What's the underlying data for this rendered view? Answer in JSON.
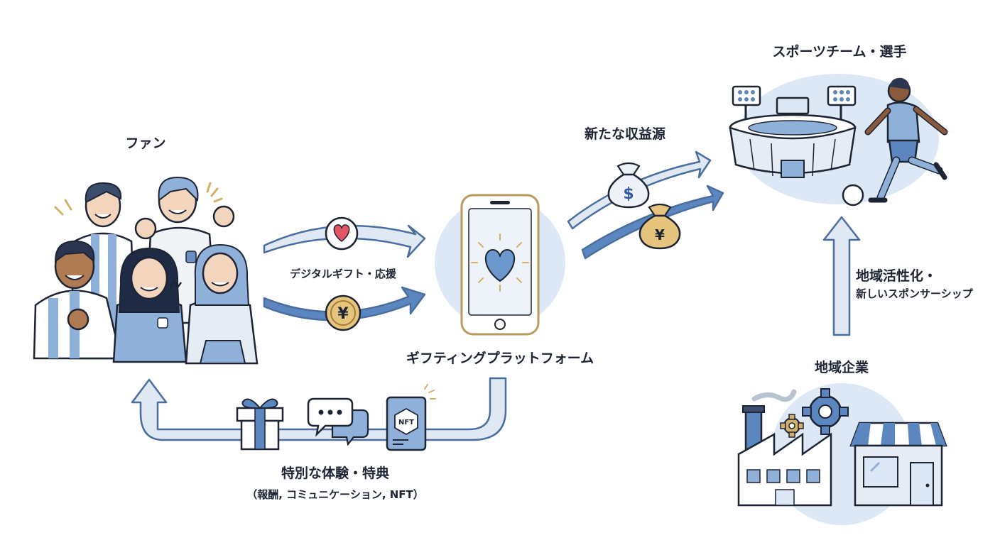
{
  "labels": {
    "fans": "ファン",
    "platform": "ギフティングプラットフォーム",
    "digital_gift": "デジタルギフト・応援",
    "revenue": "新たな収益源",
    "teams": "スポーツチーム・選手",
    "local_activation_line1": "地域活性化・",
    "local_activation_line2": "新しいスポンサーシップ",
    "local_business": "地域企業",
    "special_experience": "特別な体験・特典",
    "special_experience_detail": "（報酬, コミュニケーション, NFT）"
  },
  "icons": {
    "heart_badge": "heart-icon",
    "yen_coin": "yen-coin-icon",
    "dollar_bag": "dollar-bag-icon",
    "yen_bag": "yen-bag-icon",
    "gift": "gift-icon",
    "chat": "chat-icon",
    "nft_card": "nft-card-icon",
    "nft_text": "NFT",
    "dollar_symbol": "$",
    "yen_symbol": "¥"
  },
  "colors": {
    "accent_blue": "#5b86bf",
    "light_blue": "#dce8f5",
    "arrow_fill": "#dfe8f3",
    "arrow_stroke": "#4a6f9e",
    "gold": "#d4b06a",
    "heart_red": "#e25563"
  }
}
